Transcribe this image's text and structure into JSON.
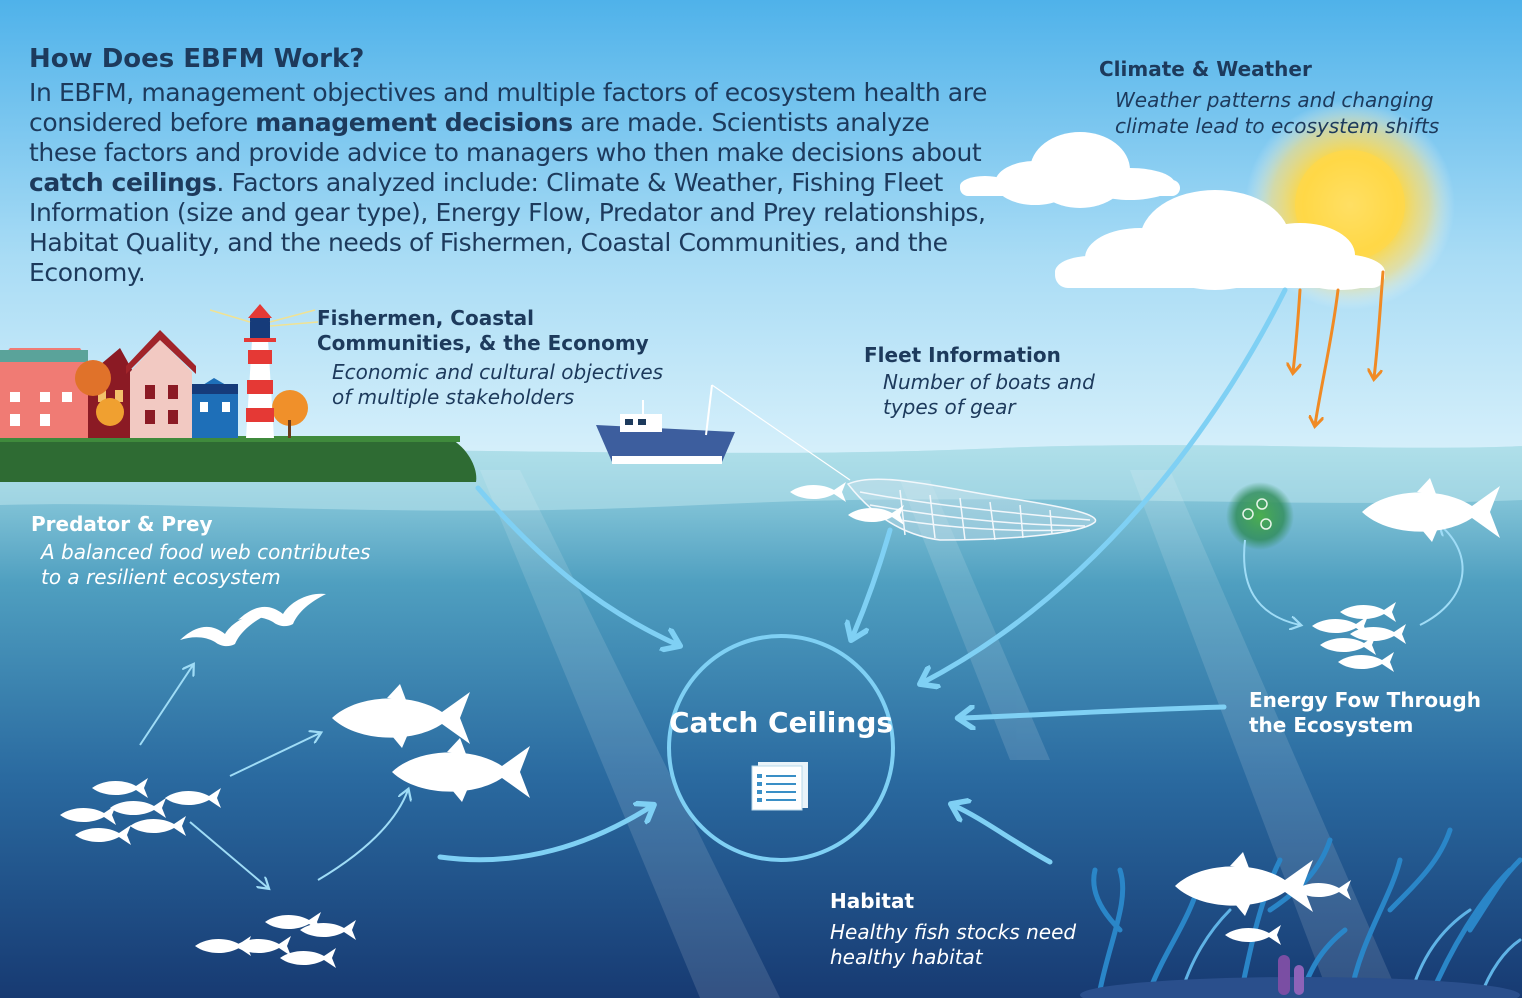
{
  "intro": {
    "title": "How Does EBFM Work?",
    "body_1": "In EBFM, management objectives and multiple factors of ecosystem health are considered before ",
    "body_bold_1": "management decisions",
    "body_2": " are made. Scientists analyze these factors and provide advice to managers who then make decisions about ",
    "body_bold_2": "catch ceilings",
    "body_3": ". Factors  analyzed include: Climate & Weather, Fishing Fleet Information (size and gear type), Energy Flow, Predator and Prey relationships, Habitat Quality, and the needs of Fishermen, Coastal Communities, and the Economy."
  },
  "factors": {
    "climate": {
      "title": "Climate & Weather",
      "desc_1": "Weather patterns and changing",
      "desc_2": "climate lead to ecosystem shifts"
    },
    "community": {
      "title_1": "Fishermen, Coastal",
      "title_2": "Communities, & the Economy",
      "desc_1": "Economic and cultural objectives",
      "desc_2": "of multiple stakeholders"
    },
    "fleet": {
      "title": "Fleet Information",
      "desc_1": "Number of boats and",
      "desc_2": "types of gear"
    },
    "predator": {
      "title": "Predator & Prey",
      "desc_1": "A balanced food web contributes",
      "desc_2": "to a resilient ecosystem"
    },
    "energy": {
      "title_1": "Energy Fow Through",
      "title_2": "the Ecosystem"
    },
    "habitat": {
      "title": "Habitat",
      "desc_1": "Healthy fish stocks need",
      "desc_2": "healthy habitat"
    }
  },
  "center": {
    "title": "Catch Ceilings",
    "icon": "document-list-icon"
  },
  "colors": {
    "sky_top": "#4fb2ea",
    "sky_bottom": "#d4eefb",
    "ocean_top": "#8ecfe0",
    "ocean_bottom": "#1a3f7a",
    "arrow": "#7fd0f4",
    "sun_arrow": "#f08a24",
    "heading": "#1d3a5c",
    "land": "#2e6b33"
  }
}
